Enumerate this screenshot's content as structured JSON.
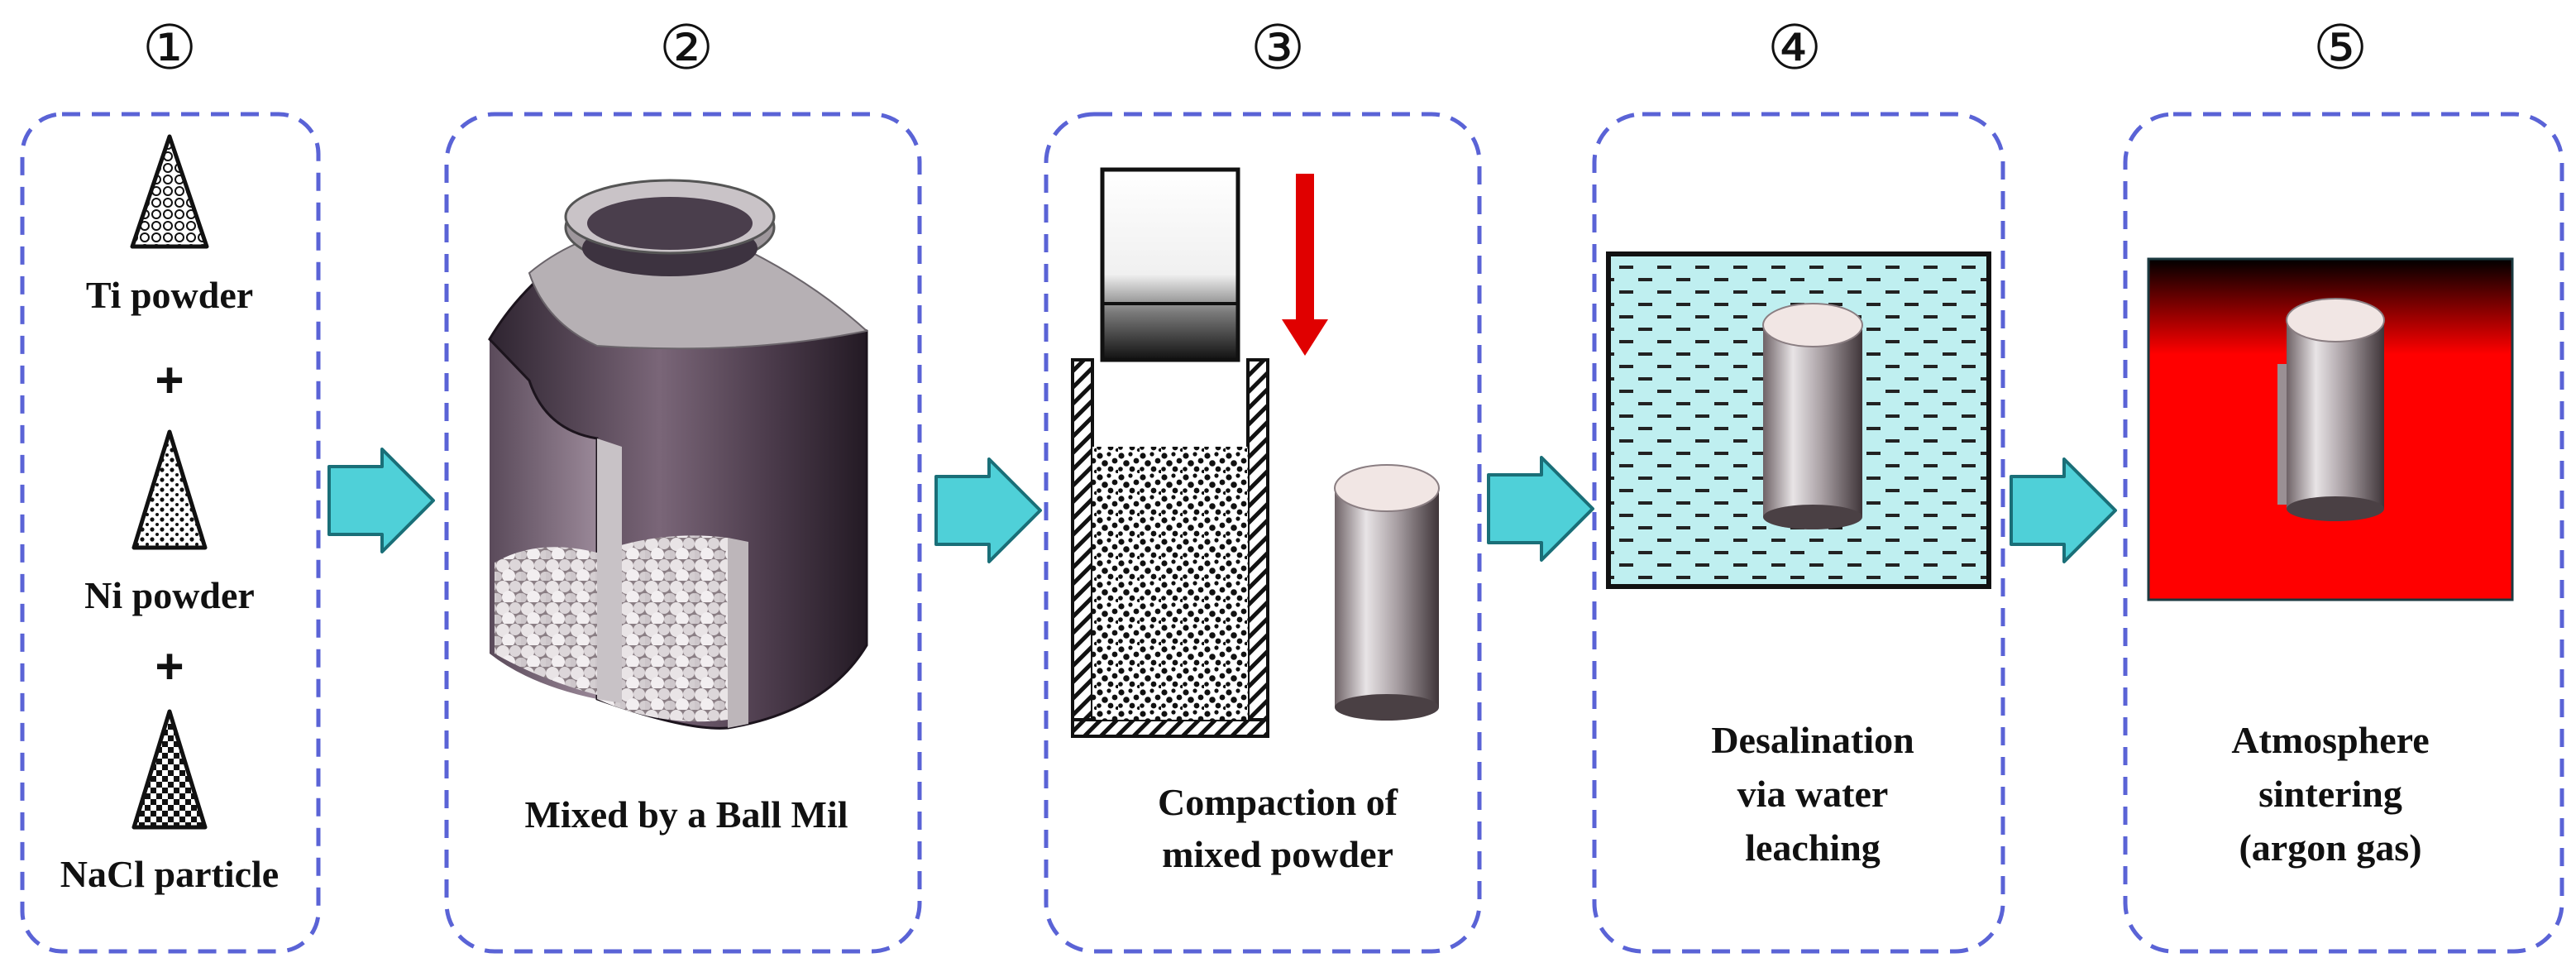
{
  "colors": {
    "panel_border": "#5a63d6",
    "arrow_fill": "#4fd0d8",
    "arrow_stroke": "#1a6f78",
    "press_arrow": "#e00000",
    "water": "#bfeff0",
    "furnace_red": "#ff0000"
  },
  "steps": [
    {
      "number": "①",
      "materials": [
        "Ti powder",
        "Ni powder",
        "NaCl particle"
      ],
      "plus": "+"
    },
    {
      "number": "②",
      "label_lines": [
        "Mixed by a Ball Mil"
      ]
    },
    {
      "number": "③",
      "label_lines": [
        "Compaction of",
        "mixed powder"
      ]
    },
    {
      "number": "④",
      "label_lines": [
        "Desalination",
        "via water",
        "leaching"
      ]
    },
    {
      "number": "⑤",
      "label_lines": [
        "Atmosphere",
        "sintering",
        "(argon gas)"
      ]
    }
  ],
  "icons": {
    "ti": "cone-circles-icon",
    "ni": "cone-dots-icon",
    "nacl": "cone-checker-icon",
    "mill": "ball-mill-icon",
    "die": "compaction-die-icon",
    "pellet": "cylinder-pellet-icon",
    "leach": "water-bath-icon",
    "furnace": "sintering-furnace-icon",
    "flow": "flow-arrow-icon"
  }
}
